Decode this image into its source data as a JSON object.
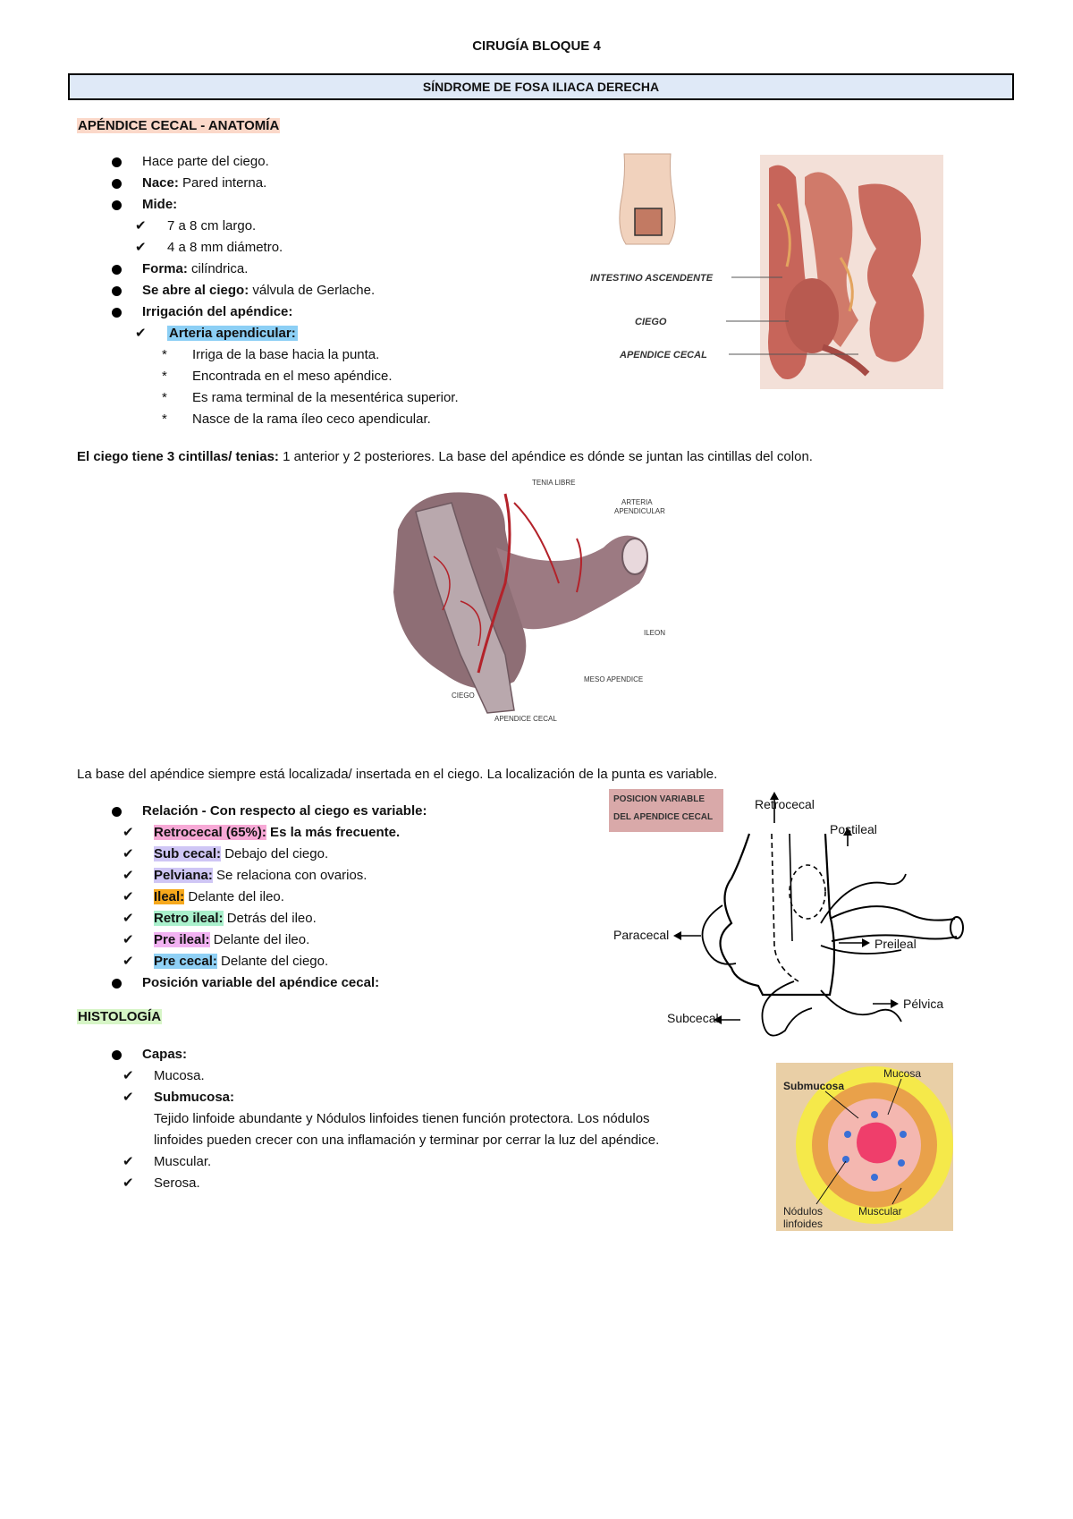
{
  "header": {
    "doc_title": "CIRUGÍA BLOQUE 4",
    "section_title": "SÍNDROME DE FOSA ILIACA DERECHA"
  },
  "anatomy": {
    "heading": "APÉNDICE CECAL - ANATOMÍA",
    "items": {
      "i1": "Hace parte del ciego.",
      "i2_label": "Nace:",
      "i2_text": " Pared interna.",
      "i3_label": "Mide:",
      "i3a": "7 a 8 cm largo.",
      "i3b": "4 a 8 mm diámetro.",
      "i4_label": "Forma:",
      "i4_text": "  cilíndrica.",
      "i5_label": "Se abre al ciego:",
      "i5_text": "  válvula de Gerlache.",
      "i6_label": "Irrigación del apéndice:",
      "i6a_label": "Arteria apendicular:",
      "s1": "Irriga de la base hacia la punta.",
      "s2": "Encontrada en el meso apéndice.",
      "s3": "Es rama terminal de la mesentérica superior.",
      "s4": "Nasce de la rama íleo ceco apendicular."
    },
    "cintillas_label": "El ciego tiene 3 cintillas/ tenias:",
    "cintillas_text": " 1 anterior y 2 posteriores. La base del apéndice es dónde se juntan las cintillas del colon.",
    "base_text": "La base del apéndice siempre está localizada/ insertada en el ciego. La localización de la punta es variable."
  },
  "figure1": {
    "labels": [
      "INTESTINO ASCENDENTE",
      "CIEGO",
      "APENDICE CECAL"
    ]
  },
  "figure2": {
    "labels": [
      "TENIA LIBRE",
      "ARTERIA",
      "APENDICULAR",
      "ILEON",
      "MESO APENDICE",
      "CIEGO",
      "APENDICE CECAL"
    ]
  },
  "relation": {
    "label": "Relación - Con respecto al ciego es variable:",
    "items": {
      "r1_hl": "Retrocecal (65%):",
      "r1_text": " Es la más frecuente.",
      "r2_hl": "Sub cecal:",
      "r2_text": " Debajo del ciego.",
      "r3_hl": "Pelviana:",
      "r3_text": " Se relaciona con ovarios.",
      "r4_hl": "Ileal:",
      "r4_text": " Delante del ileo.",
      "r5_hl": "Retro ileal:",
      "r5_text": " Detrás del ileo.",
      "r6_hl": "Pre ileal:",
      "r6_text": " Delante del ileo.",
      "r7_hl": "Pre cecal:",
      "r7_text": " Delante del ciego."
    },
    "position_label": "Posición variable del apéndice cecal:"
  },
  "figure3": {
    "caption_line1": "POSICION VARIABLE",
    "caption_line2": "DEL APENDICE CECAL",
    "labels": [
      "Retrocecal",
      "Postileal",
      "Paracecal",
      "Preileal",
      "Subcecal",
      "Pélvica"
    ]
  },
  "histology": {
    "heading": "HISTOLOGÍA",
    "capas_label": "Capas:",
    "c1": "Mucosa.",
    "c2_label": "Submucosa:",
    "c2_text_line1": "Tejido linfoide abundante y Nódulos linfoides tienen función protectora. Los nódulos",
    "c2_text_line2": "linfoides pueden crecer con una inflamación y terminar por cerrar la luz del apéndice.",
    "c3": "Muscular.",
    "c4": "Serosa."
  },
  "figure4": {
    "labels": [
      "Submucosa",
      "Mucosa",
      "Nódulos",
      "linfoides",
      "Muscular"
    ]
  }
}
